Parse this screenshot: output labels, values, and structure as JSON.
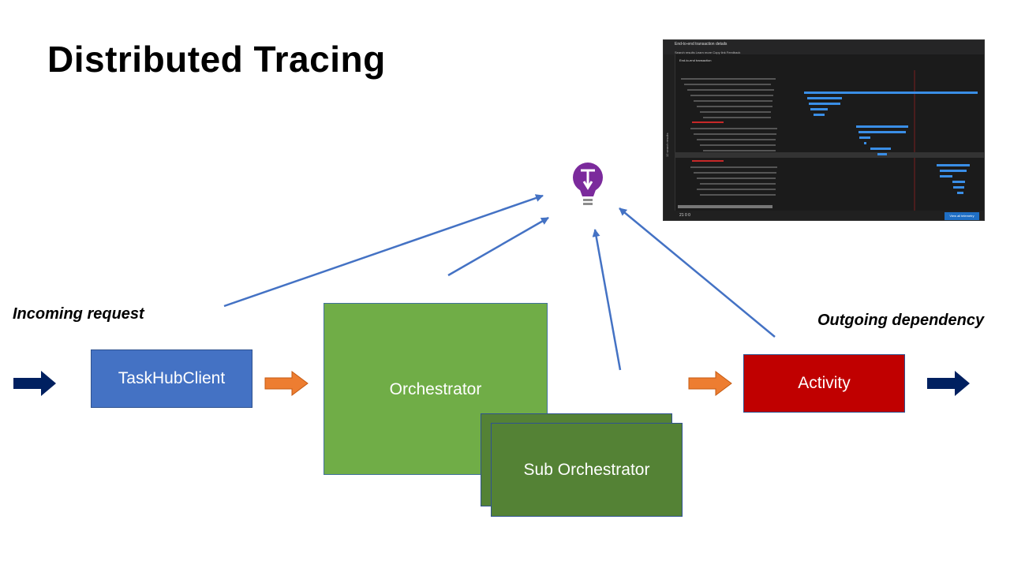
{
  "title": "Distributed Tracing",
  "labels": {
    "incoming": "Incoming request",
    "outgoing": "Outgoing dependency"
  },
  "boxes": {
    "taskhub": "TaskHubClient",
    "orchestrator": "Orchestrator",
    "sub_orchestrator": "Sub Orchestrator",
    "activity": "Activity"
  },
  "icons": {
    "insights": "lightbulb-icon",
    "arrow_navy": "right-arrow-icon",
    "arrow_orange": "right-arrow-icon"
  },
  "colors": {
    "taskhub": "#4472c4",
    "orchestrator": "#70ad47",
    "sub_orchestrator": "#548235",
    "activity": "#c00000",
    "flow_arrow": "#ed7d31",
    "edge_arrow": "#002060",
    "telemetry_arrow": "#4472c4",
    "bulb": "#7b2a9c"
  },
  "screenshot": {
    "title": "End-to-end transaction details",
    "toolbar": "Search results   Learn more   Copy link   Feedback",
    "subtitle": "End-to-end transaction",
    "side_text": "12 search results",
    "footer": "21  0  0",
    "footer_button": "View all telemetry"
  }
}
